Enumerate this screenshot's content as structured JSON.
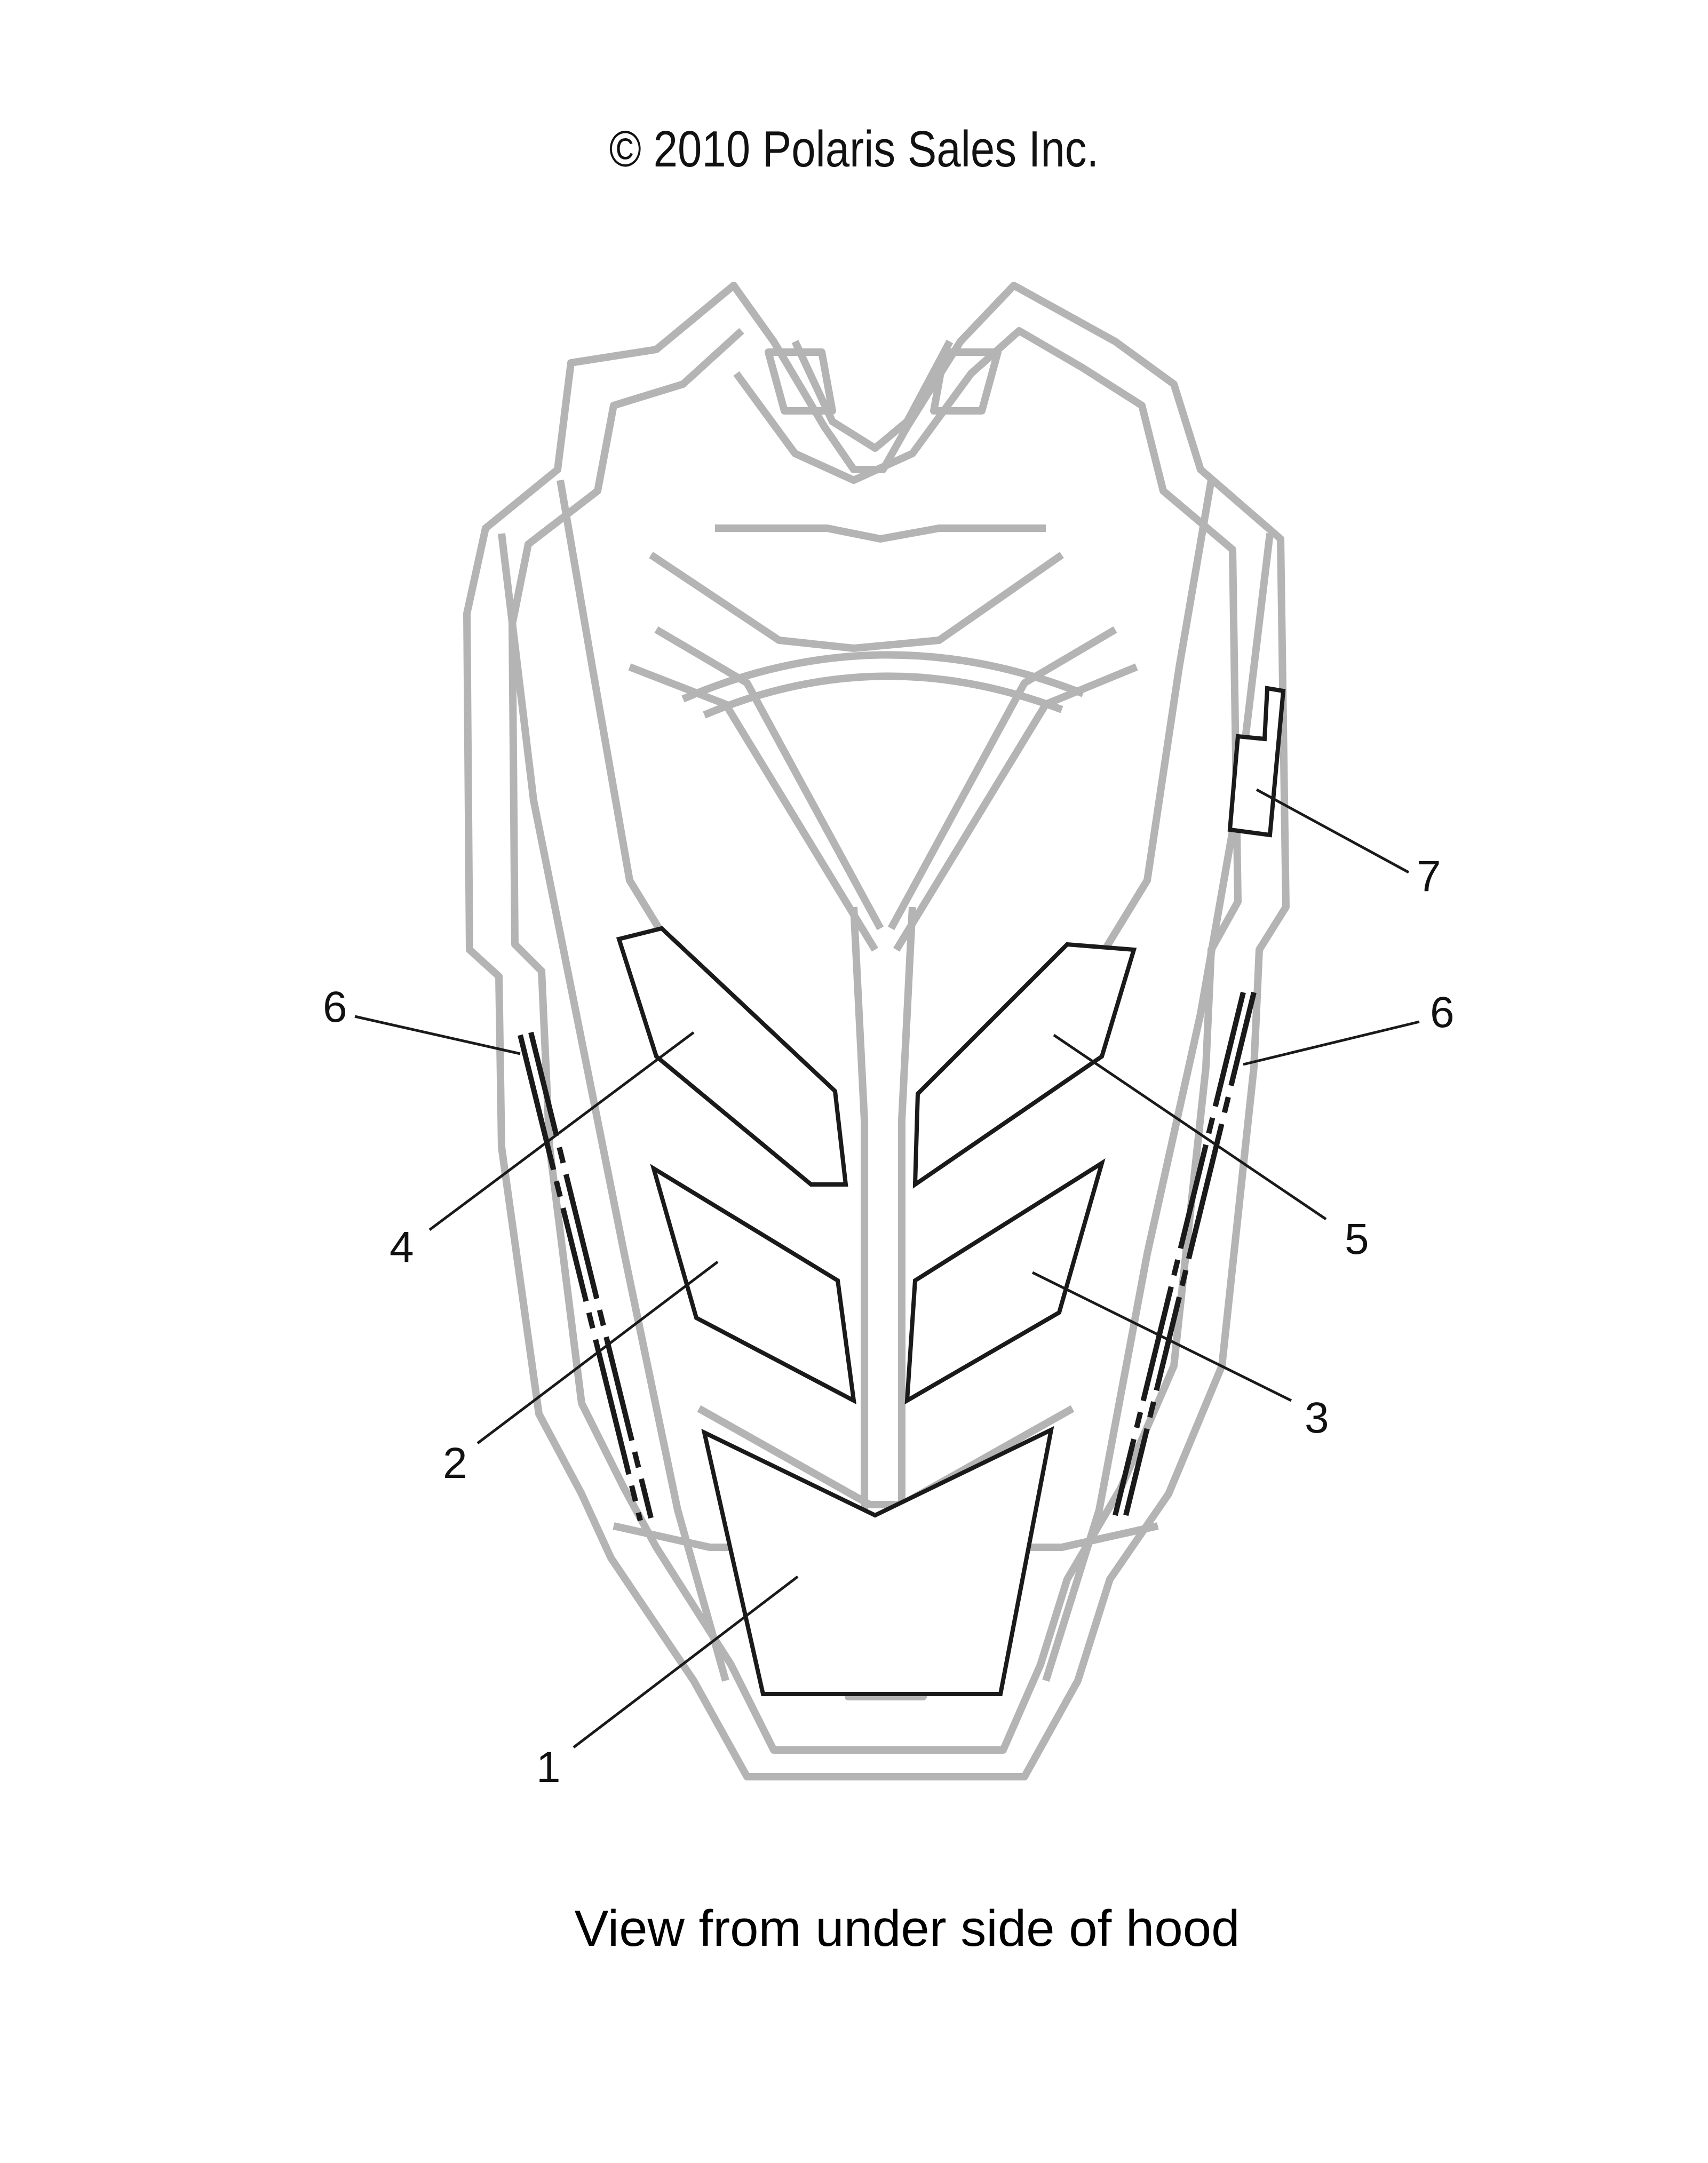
{
  "copyright": "© 2010 Polaris Sales Inc.",
  "caption": "View from under side of hood",
  "callouts": [
    "1",
    "2",
    "3",
    "4",
    "5",
    "6",
    "6",
    "7"
  ],
  "colors": {
    "outline": "#b4b4b4",
    "decal": "#1a1a1a",
    "text": "#111111"
  }
}
